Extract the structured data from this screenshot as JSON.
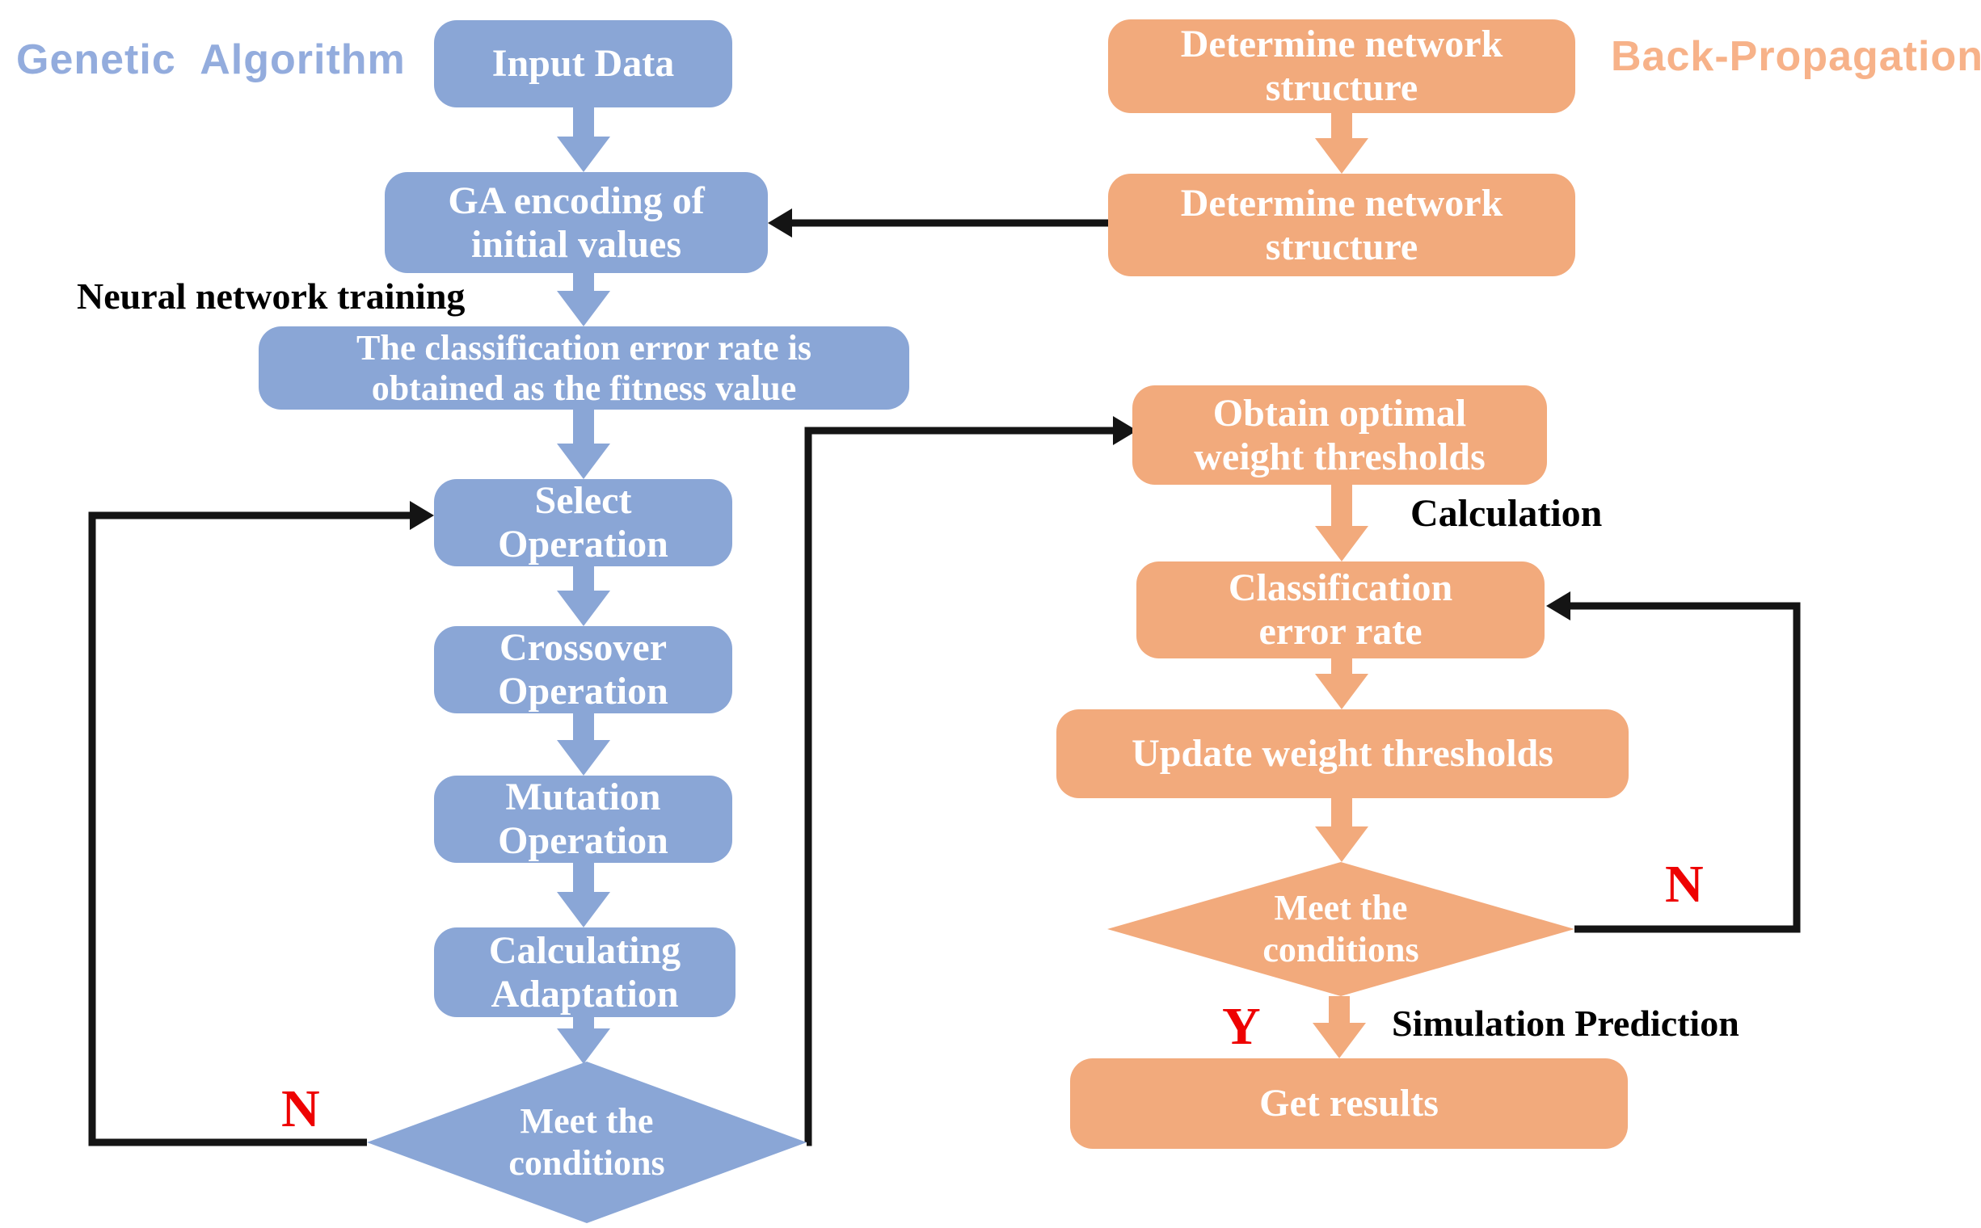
{
  "diagram": {
    "left_title": "Genetic Algorithm",
    "right_title": "Back-Propagation",
    "annotations": {
      "neural_network_training": "Neural network training",
      "calculation": "Calculation",
      "simulation_prediction": "Simulation Prediction",
      "ga_no": "N",
      "bp_no": "N",
      "bp_yes": "Y"
    },
    "nodes": {
      "input_data": {
        "lines": [
          "Input Data"
        ]
      },
      "ga_encoding": {
        "lines": [
          "GA encoding of",
          "initial values"
        ]
      },
      "fitness": {
        "lines": [
          "The classification error rate is",
          "obtained as the fitness value"
        ]
      },
      "select_op": {
        "lines": [
          "Select",
          "Operation"
        ]
      },
      "crossover_op": {
        "lines": [
          "Crossover",
          "Operation"
        ]
      },
      "mutation_op": {
        "lines": [
          "Mutation",
          "Operation"
        ]
      },
      "calc_adaptation": {
        "lines": [
          "Calculating",
          "Adaptation"
        ]
      },
      "ga_decision": {
        "lines": [
          "Meet the",
          "conditions"
        ]
      },
      "determine_structure_1": {
        "lines": [
          "Determine network",
          "structure"
        ]
      },
      "determine_structure_2": {
        "lines": [
          "Determine network",
          "structure"
        ]
      },
      "obtain_optimal": {
        "lines": [
          "Obtain optimal",
          "weight thresholds"
        ]
      },
      "classification_error": {
        "lines": [
          "Classification",
          "error rate"
        ]
      },
      "update_weights": {
        "lines": [
          "Update weight thresholds"
        ]
      },
      "bp_decision": {
        "lines": [
          "Meet the",
          "conditions"
        ]
      },
      "get_results": {
        "lines": [
          "Get results"
        ]
      }
    },
    "colors": {
      "ga_node_fill": "#8aa6d6",
      "bp_node_fill": "#f2aa7c",
      "ga_title_color": "#93acdd",
      "bp_title_color": "#f7b289",
      "decision_letter_color": "#ee0202",
      "connector_color": "#141414"
    }
  }
}
